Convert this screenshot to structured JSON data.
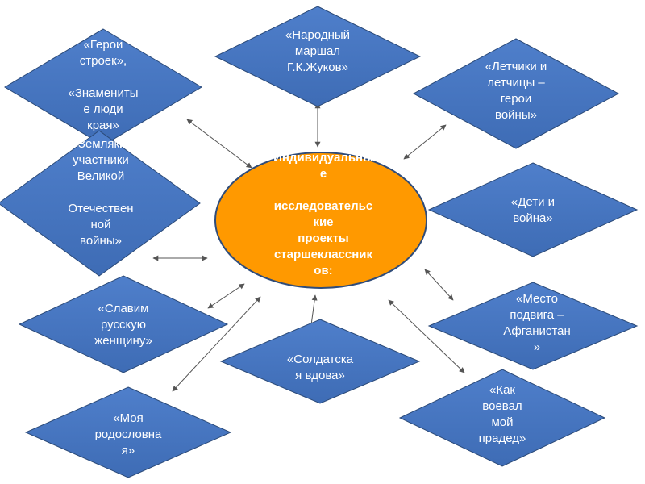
{
  "colors": {
    "diamond_fill": "#4472C4",
    "diamond_fill_dark": "#3466A8",
    "diamond_stroke": "#2B4A78",
    "center_fill": "#FF9900",
    "center_stroke": "#2F4C7A",
    "arrow": "#555555",
    "label_text": "#FFFFFF"
  },
  "center": {
    "label": "Индивидуальны\nе\n\nисследовательс\nкие\nпроекты\nстаршеклассник\nов:"
  },
  "nodes": [
    {
      "id": "heroes-of-construction",
      "label": "«Герои\nстроек»,\n\n«Знамениты\nе люди\nкрая»"
    },
    {
      "id": "marshal-zhukov",
      "label": "«Народный\nмаршал\nГ.К.Жуков»"
    },
    {
      "id": "pilots",
      "label": "«Летчики и\nлетчицы –\nгерои\nвойны»"
    },
    {
      "id": "countrymen",
      "label": "«Земляки-\nучастники\nВеликой\n\nОтечествен\nной\nвойны»"
    },
    {
      "id": "children-and-war",
      "label": "«Дети и\nвойна»"
    },
    {
      "id": "glorify-woman",
      "label": "«Славим\nрусскую\nженщину»"
    },
    {
      "id": "soldiers-widow",
      "label": "«Солдатска\nя вдова»"
    },
    {
      "id": "afghanistan",
      "label": "«Место\nподвига –\nАфганистан\n»"
    },
    {
      "id": "genealogy",
      "label": "«Моя\nродословна\nя»"
    },
    {
      "id": "great-grandfather",
      "label": "«Как\nвоевал\nмой\nпрадед»"
    }
  ]
}
